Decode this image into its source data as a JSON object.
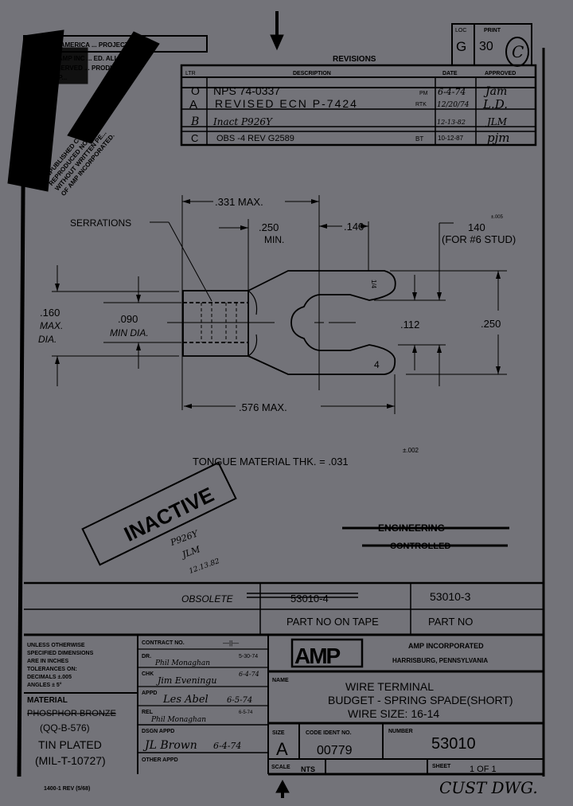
{
  "colors": {
    "paper": "#737379",
    "ink": "#000000"
  },
  "notice": {
    "header": "MADE IN AMERICA ... PROJECTION",
    "lines": [
      "BY AMP INC ... ED. ALL",
      "RESERVED ... PRODUCTS",
      "BY P..."
    ],
    "rotated": [
      "UNPUBLISHED COPYRIGHT",
      "REPRODUCED NOR ...",
      "WITHOUT WRITTEN PE...",
      "OF AMP INCORPORATED."
    ]
  },
  "loc_print": {
    "loc_label": "LOC",
    "loc_value": "G",
    "print_label": "PRINT",
    "print_value": "30",
    "print_rev": "C"
  },
  "revisions": {
    "title": "REVISIONS",
    "headers": {
      "ltr": "LTR",
      "description": "DESCRIPTION",
      "date": "DATE",
      "approved": "APPROVED"
    },
    "rows": [
      {
        "ltr": "O",
        "description": "NPS 74-0337",
        "initials": "PM",
        "date": "6-4-74",
        "approved": "Jam"
      },
      {
        "ltr": "A",
        "description": "REVISED ECN P-7424",
        "initials": "RTK",
        "date": "12/20/74",
        "approved": "L.D."
      },
      {
        "ltr": "B",
        "description": "Inact P926Y",
        "initials": "",
        "date": "12-13-82",
        "approved": "JLM"
      },
      {
        "ltr": "C",
        "description": "OBS -4 REV G2589",
        "initials": "BT",
        "date": "10-12-87",
        "approved": "pjm"
      }
    ]
  },
  "drawing": {
    "dim_331": ".331 MAX.",
    "dim_250_min": [
      ".250",
      "MIN."
    ],
    "dim_140": ".140",
    "dim_stud": "140",
    "dim_stud_tol": "±.005",
    "dim_stud_note": "(FOR #6 STUD)",
    "serrations": "SERRATIONS",
    "dim_160": [
      ".160",
      "MAX.",
      "DIA."
    ],
    "dim_090": [
      ".090",
      "MIN DIA."
    ],
    "dim_112": ".112",
    "dim_250": ".250",
    "dim_576": ".576 MAX.",
    "part_mark": "4",
    "part_mark_top": "1/4",
    "tongue": "TONGUE MATERIAL THK. = .031",
    "tongue_tol": "±.002"
  },
  "stamps": {
    "inactive": "INACTIVE",
    "inactive_note": [
      "P926Y",
      "JLM",
      "12.13.82"
    ],
    "engineering": "ENGINEERING",
    "controlled": "CONTROLLED"
  },
  "part_table": {
    "obsolete_label": "OBSOLETE",
    "obsolete_value": "53010-4",
    "part_no_value": "53010-3",
    "part_no_on_tape": "PART NO ON TAPE",
    "part_no": "PART NO"
  },
  "title_block": {
    "tolerances": [
      "UNLESS OTHERWISE",
      "SPECIFIED DIMENSIONS",
      "ARE IN INCHES",
      "TOLERANCES ON:",
      "DECIMALS   ±.005",
      "ANGLES     ± 5°"
    ],
    "material_label": "MATERIAL",
    "material": [
      "PHOSPHOR BRONZE",
      "(QQ-B-576)",
      "TIN PLATED",
      "(MIL-T-10727)"
    ],
    "contract_label": "CONTRACT NO.",
    "contract_value": "—||—",
    "dr_label": "DR.",
    "dr_name": "Phil Monaghan",
    "dr_date": "5-30-74",
    "chk_label": "CHK",
    "chk_name": "Jim Eveningu",
    "chk_date": "6-4-74",
    "appd_label": "APPD",
    "appd_name": "Les Abel",
    "appd_date": "6-5-74",
    "rel_label": "REL",
    "rel_name": "Phil Monaghan",
    "rel_date": "6-5-74",
    "dsgn_label": "DSGN APPD",
    "dsgn_name": "JL Brown",
    "dsgn_date": "6-4-74",
    "other_label": "OTHER APPD",
    "logo": "AMP",
    "company": "AMP INCORPORATED",
    "location": "HARRISBURG, PENNSYLVANIA",
    "name_label": "NAME",
    "name_lines": [
      "WIRE TERMINAL",
      "BUDGET - SPRING SPADE(SHORT)",
      "WIRE SIZE: 16-14"
    ],
    "size_label": "SIZE",
    "size": "A",
    "code_label": "CODE IDENT NO.",
    "code": "00779",
    "number_label": "NUMBER",
    "number": "53010",
    "scale_label": "SCALE",
    "scale": "NTS",
    "sheet_label": "SHEET",
    "sheet": "1 OF 1",
    "form": "1400-1  REV (5/68)",
    "cust": "CUST DWG."
  }
}
